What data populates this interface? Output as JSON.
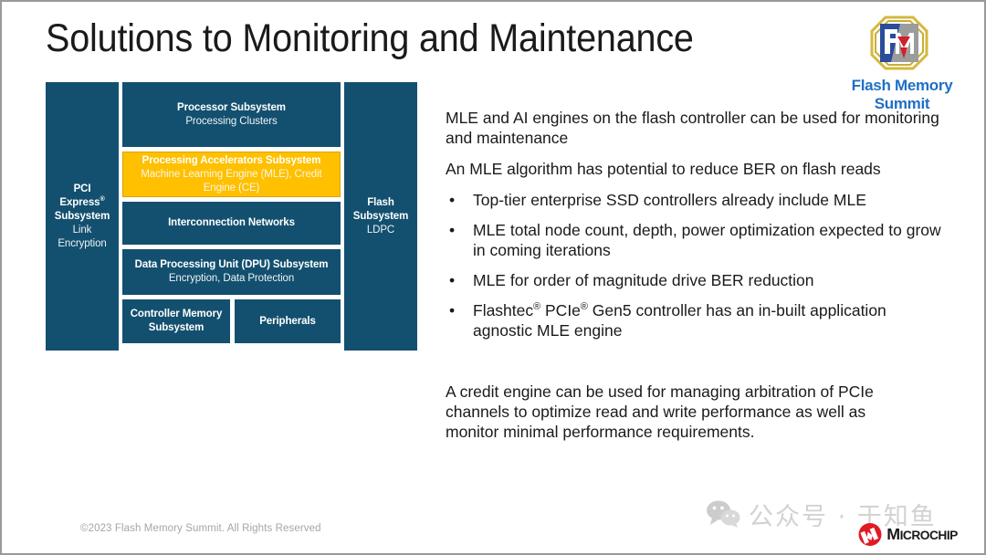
{
  "slide": {
    "title": "Solutions to Monitoring and Maintenance",
    "copyright": "©2023 Flash Memory Summit. All Rights Reserved"
  },
  "brand": {
    "fms_wordmark": "Flash Memory Summit",
    "fms_wordmark_color": "#1f6fc4",
    "microchip_word_prefix": "M",
    "microchip_word_rest": "ICROCHIP",
    "microchip_red": "#E01B24"
  },
  "diagram": {
    "block_color": "#13506F",
    "highlight_color": "#FFC000",
    "blocks": [
      {
        "id": "pcie",
        "title": "PCI Express®",
        "subtitle": "Link Encryption",
        "title2": "Subsystem"
      },
      {
        "id": "flash",
        "title": "Flash",
        "subtitle": "LDPC",
        "title2": "Subsystem"
      },
      {
        "id": "proc",
        "title": "Processor Subsystem",
        "subtitle": "Processing Clusters"
      },
      {
        "id": "accel",
        "title": "Processing Accelerators Subsystem",
        "subtitle": "Machine Learning Engine (MLE), Credit Engine (CE)",
        "highlight": true
      },
      {
        "id": "icn",
        "title": "Interconnection Networks",
        "subtitle": ""
      },
      {
        "id": "dpu",
        "title": "Data Processing Unit (DPU) Subsystem",
        "subtitle": "Encryption, Data Protection"
      },
      {
        "id": "cms",
        "title": "Controller Memory Subsystem",
        "subtitle": ""
      },
      {
        "id": "periph",
        "title": "Peripherals",
        "subtitle": ""
      }
    ]
  },
  "content": {
    "intro_1": "MLE and AI engines on the flash controller can be used for monitoring and maintenance",
    "intro_2": "An MLE algorithm has potential to reduce BER on flash reads",
    "bullet_marker": "•",
    "bullets": [
      "  Top-tier enterprise SSD controllers already include MLE",
      "MLE total node count, depth, power optimization expected to grow in coming iterations",
      "MLE for order of magnitude drive BER reduction",
      "Flashtec® PCIe® Gen5 controller has an in-built application agnostic MLE engine"
    ],
    "closing": "A credit engine can be used for managing arbitration of PCIe channels to optimize read and write performance as well as monitor minimal performance requirements."
  },
  "watermark": {
    "text": "公众号 · 于知鱼",
    "icon": "wechat-icon"
  }
}
